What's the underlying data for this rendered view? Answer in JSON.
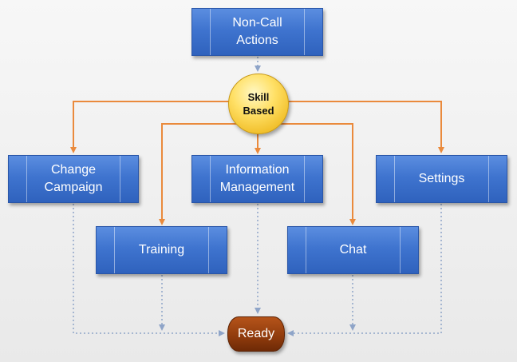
{
  "nodes": {
    "non_call_actions": {
      "line1": "Non-Call",
      "line2": "Actions"
    },
    "skill_based": {
      "line1": "Skill",
      "line2": "Based"
    },
    "change_campaign": {
      "line1": "Change",
      "line2": "Campaign"
    },
    "information_management": {
      "line1": "Information",
      "line2": "Management"
    },
    "settings": {
      "label": "Settings"
    },
    "training": {
      "label": "Training"
    },
    "chat": {
      "label": "Chat"
    },
    "ready": {
      "label": "Ready"
    }
  },
  "colors": {
    "box_fill": "#3f74cf",
    "skill_fill": "#ffe066",
    "ready_fill": "#8e3a0c",
    "solid_arrow": "#ea8a3c",
    "dotted_arrow": "#8ea4c8"
  }
}
